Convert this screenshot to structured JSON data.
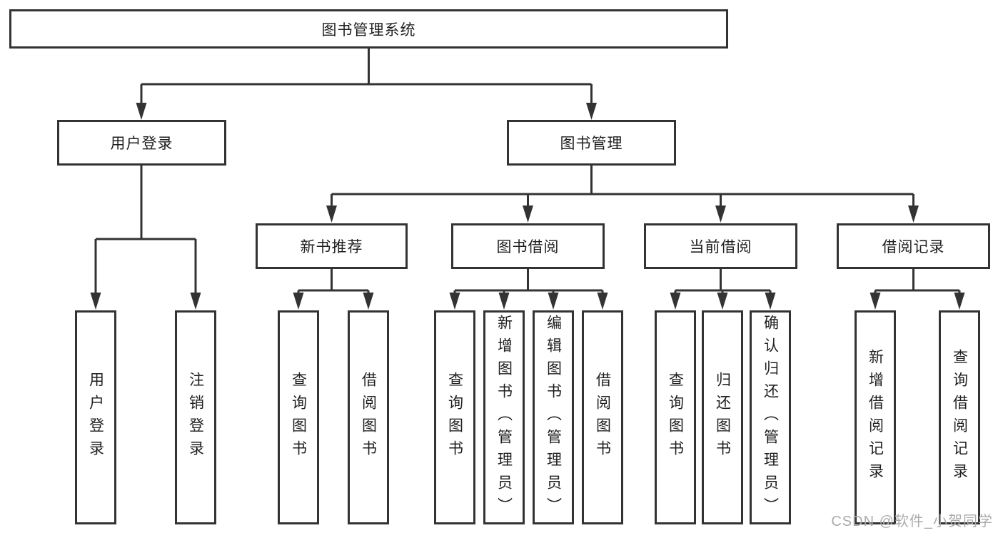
{
  "diagram_type": "functional-structure-tree",
  "colors": {
    "line": "#333333",
    "text": "#1f1f1f",
    "background": "#ffffff",
    "watermark": "#ababab"
  },
  "tree": {
    "label": "图书管理系统",
    "children": [
      {
        "label": "用户登录",
        "children": [
          {
            "label": "用户登录"
          },
          {
            "label": "注销登录"
          }
        ]
      },
      {
        "label": "图书管理",
        "children": [
          {
            "label": "新书推荐",
            "children": [
              {
                "label": "查询图书"
              },
              {
                "label": "借阅图书"
              }
            ]
          },
          {
            "label": "图书借阅",
            "children": [
              {
                "label": "查询图书"
              },
              {
                "label": "新增图书（管理员）"
              },
              {
                "label": "编辑图书（管理员）"
              },
              {
                "label": "借阅图书"
              }
            ]
          },
          {
            "label": "当前借阅",
            "children": [
              {
                "label": "查询图书"
              },
              {
                "label": "归还图书"
              },
              {
                "label": "确认归还（管理员）"
              }
            ]
          },
          {
            "label": "借阅记录",
            "children": [
              {
                "label": "新增借阅记录"
              },
              {
                "label": "查询借阅记录"
              }
            ]
          }
        ]
      }
    ]
  },
  "watermark": "CSDN @软件_小贺同学"
}
